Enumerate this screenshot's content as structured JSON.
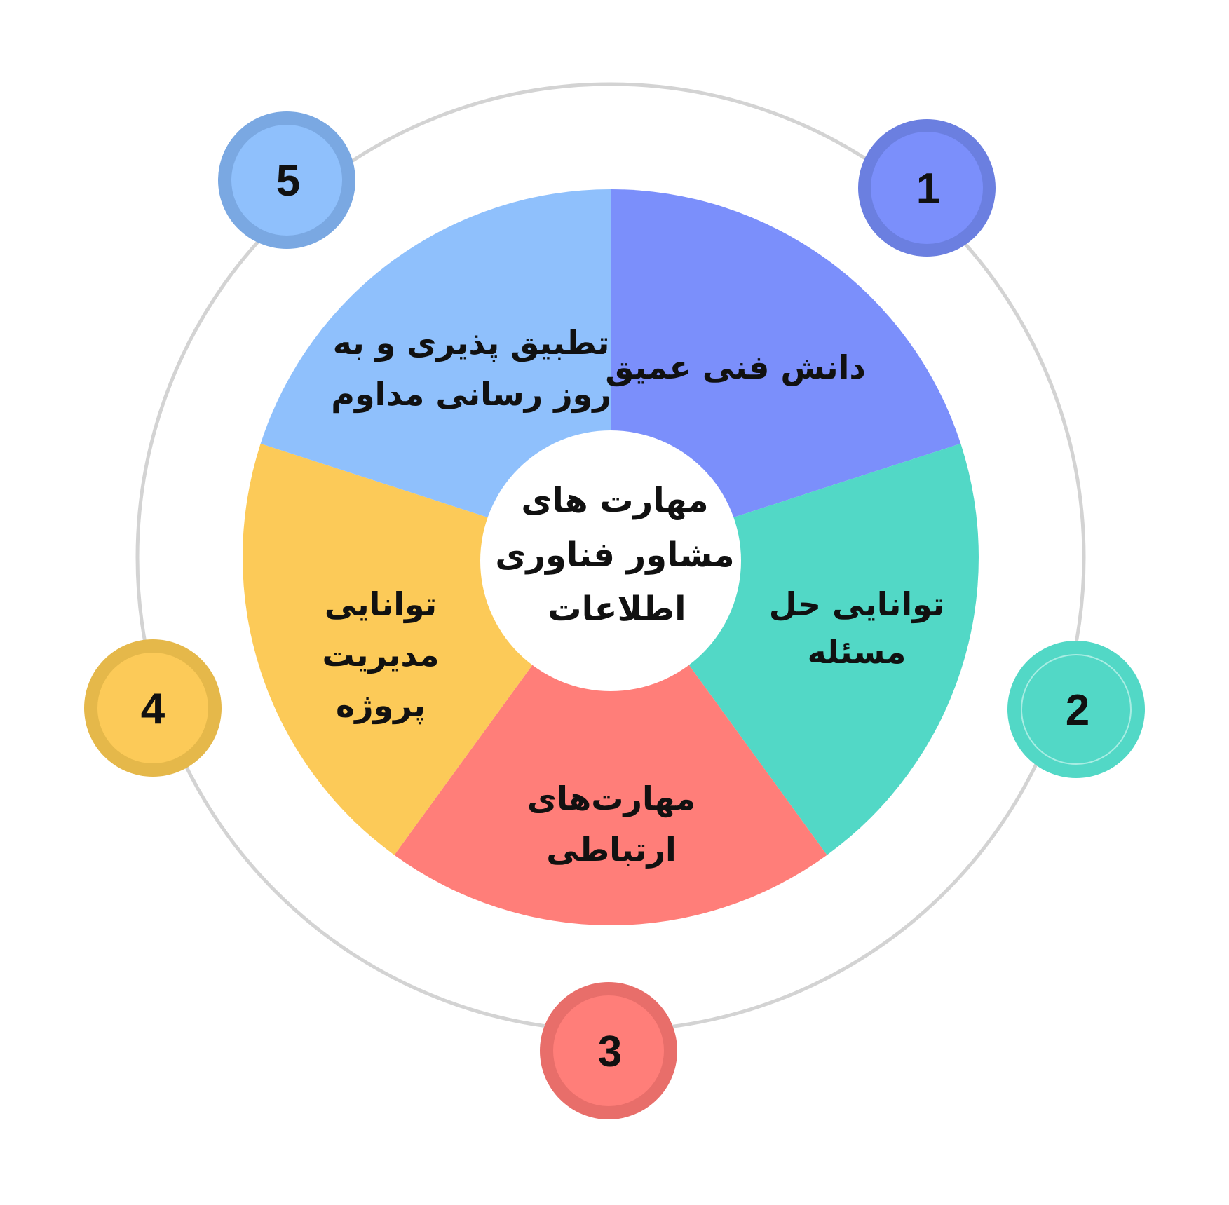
{
  "title": "مهارت های مشاور فناوری اطلاعات",
  "center": {
    "lines": [
      "مهارت های",
      "مشاور فناوری",
      "اطلاعات"
    ],
    "color": "#FFFFFF"
  },
  "segments": [
    {
      "number": "1",
      "lines": [
        "دانش فنی عمیق"
      ],
      "color": "#7B8FFB",
      "badge_ring": "#6B7FE0"
    },
    {
      "number": "2",
      "lines": [
        "توانایی حل",
        "مسئله"
      ],
      "color": "#52D8C6",
      "badge_ring": "#52D8C6"
    },
    {
      "number": "3",
      "lines": [
        "مهارت‌های",
        "ارتباطی"
      ],
      "color": "#FF7E79",
      "badge_ring": "#E86E6A"
    },
    {
      "number": "4",
      "lines": [
        "توانایی",
        "مدیریت",
        "پروژه"
      ],
      "color": "#FCCA58",
      "badge_ring": "#E5B84A"
    },
    {
      "number": "5",
      "lines": [
        "تطبیق پذیری و به",
        "روز رسانی مداوم"
      ],
      "color": "#8FC0FC",
      "badge_ring": "#7AA8E2"
    }
  ],
  "ring_color": "#D3D3D3"
}
